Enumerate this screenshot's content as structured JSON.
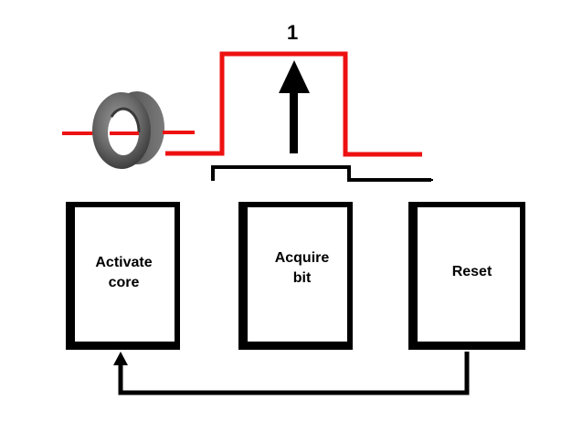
{
  "diagram": {
    "pulse_label": "1",
    "boxes": [
      {
        "label": "Activate\ncore"
      },
      {
        "label": "Acquire\nbit"
      },
      {
        "label": "Reset"
      }
    ],
    "colors": {
      "signal": "#ee1111",
      "stroke": "#000000",
      "core": "#6e6e6e"
    },
    "icons": {
      "core": "ferrite-core-ring",
      "arrow": "up-arrow"
    }
  }
}
